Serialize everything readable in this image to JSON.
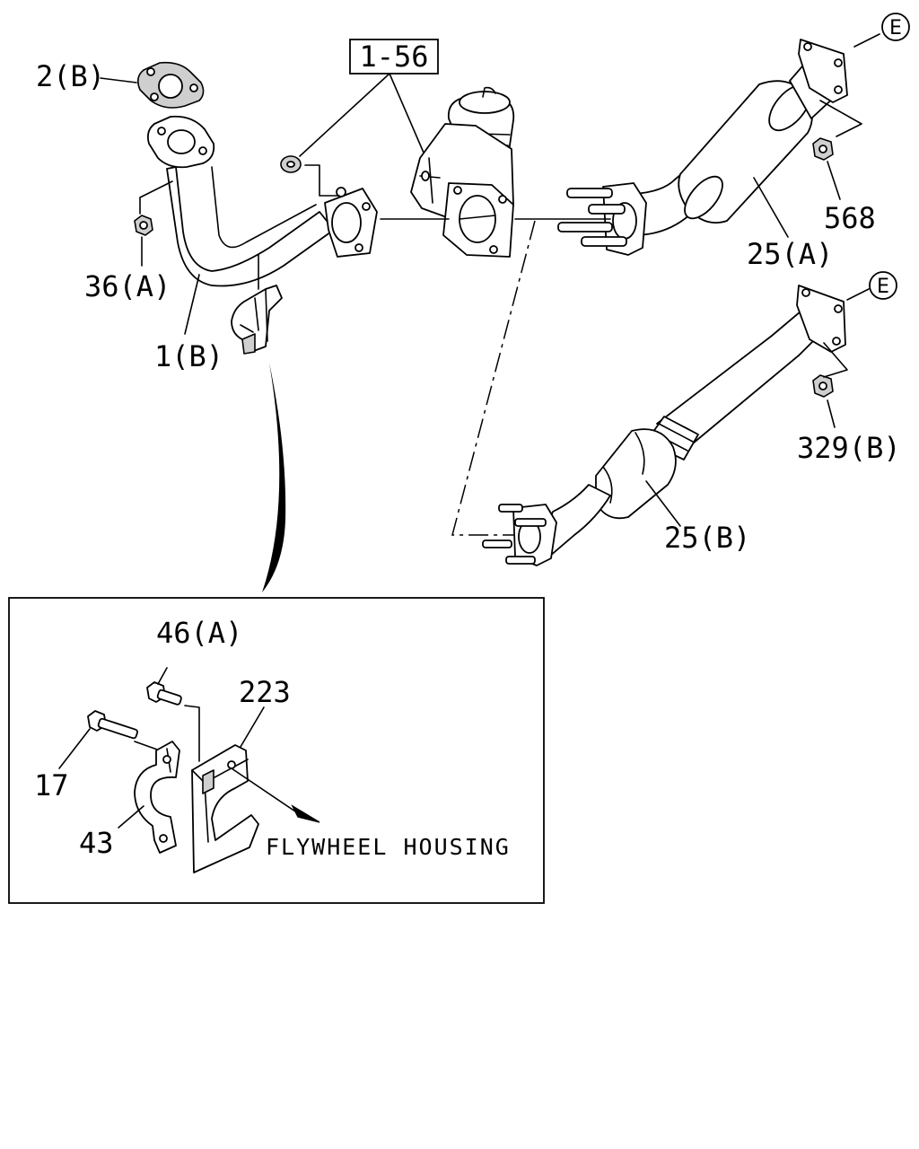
{
  "diagram": {
    "labels": {
      "l_1_56": "1-56",
      "l_2b": "2(B)",
      "l_36a": "36(A)",
      "l_1b": "1(B)",
      "l_25a": "25(A)",
      "l_568": "568",
      "l_e_top": "E",
      "l_e_mid": "E",
      "l_329b": "329(B)",
      "l_25b": "25(B)",
      "l_46a": "46(A)",
      "l_223": "223",
      "l_17": "17",
      "l_43": "43",
      "l_flywheel": "FLYWHEEL HOUSING"
    }
  }
}
